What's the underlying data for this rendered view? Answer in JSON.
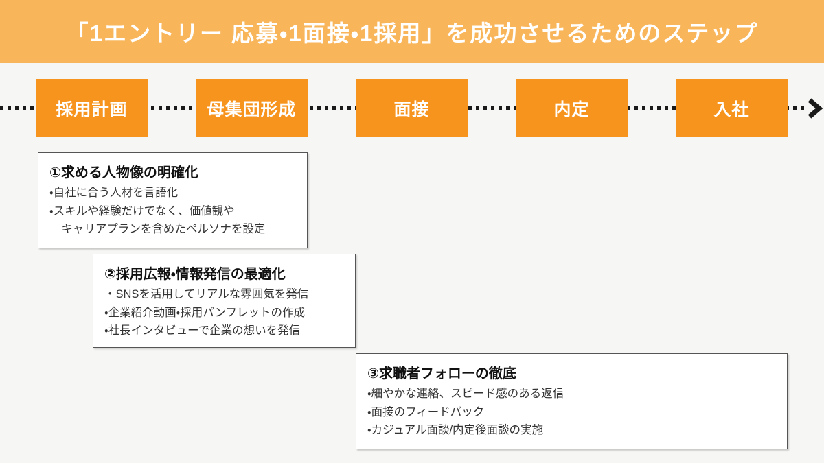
{
  "page": {
    "background_color": "#f6f6f4"
  },
  "header": {
    "title": "「1エントリー 応募・1面接・1採用」を成功させるためのステップ",
    "background_color": "#f8b55a",
    "text_color": "#ffffff"
  },
  "flow": {
    "steps": [
      {
        "label": "採用計画"
      },
      {
        "label": "母集団形成"
      },
      {
        "label": "面接"
      },
      {
        "label": "内定"
      },
      {
        "label": "入社"
      }
    ],
    "step_box_color": "#f7941e",
    "step_text_color": "#ffffff",
    "arrow_color": "#1a1a1a",
    "arrow_style": "dotted-right-arrow"
  },
  "detail_boxes": [
    {
      "title": "①求める人物像の明確化",
      "items": [
        "・自社に合う人材を言語化",
        "・スキルや経験だけでなく、価値観や\nキャリアプランを含めたペルソナを設定"
      ]
    },
    {
      "title": "②採用広報・情報発信の最適化",
      "items": [
        "・SNSを活用してリアルな雰囲気を発信",
        "・企業紹介動画・採用パンフレットの作成",
        "・社長インタビューで企業の想いを発信"
      ]
    },
    {
      "title": "③求職者フォローの徹底",
      "items": [
        "・細やかな連絡、スピード感のある返信",
        "・面接のフィードバック",
        "・カジュアル面談/内定後面談の実施"
      ]
    }
  ]
}
